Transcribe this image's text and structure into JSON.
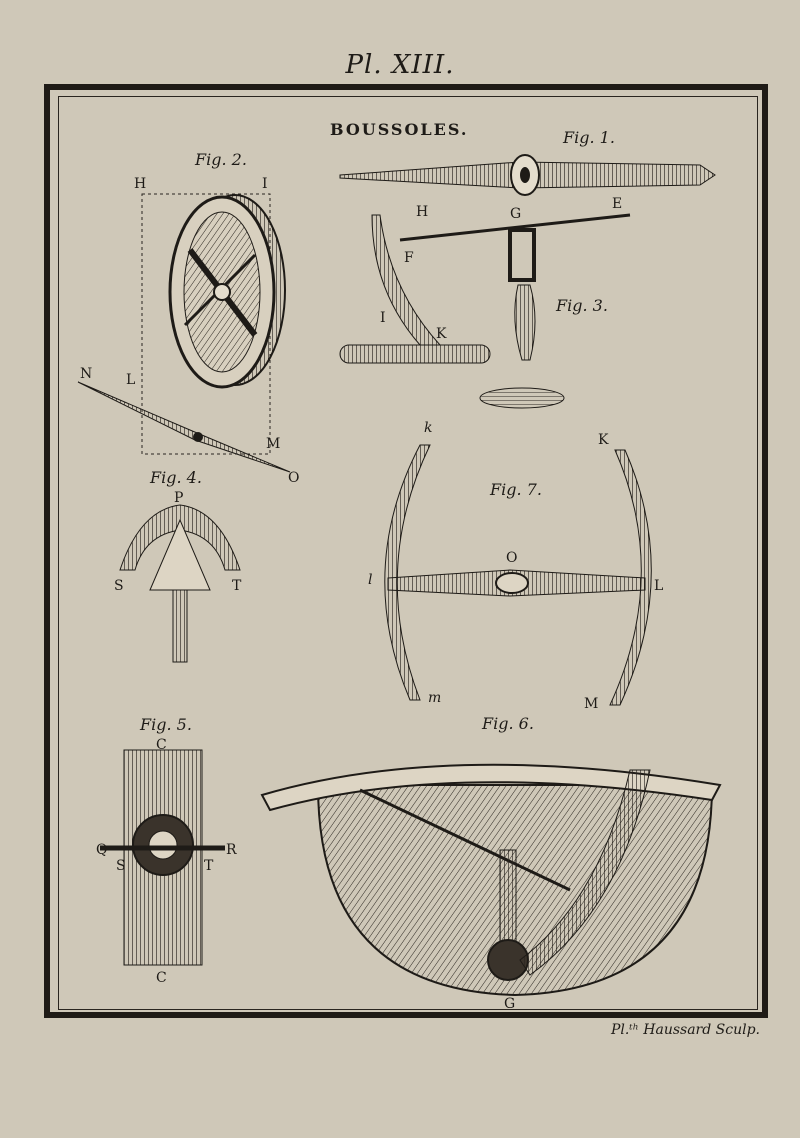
{
  "plate": {
    "number": "Pl. XIII."
  },
  "title": "BOUSSOLES.",
  "engraver": "Pl.ᵗʰ Haussard Sculp.",
  "figures": {
    "fig1": {
      "label": "Fig. 1."
    },
    "fig2": {
      "label": "Fig. 2.",
      "letters": [
        "H",
        "I",
        "N",
        "L",
        "M",
        "O"
      ]
    },
    "fig3": {
      "label": "Fig. 3.",
      "letters": [
        "H",
        "G",
        "E",
        "F",
        "I",
        "K"
      ]
    },
    "fig4": {
      "label": "Fig. 4.",
      "letters": [
        "P",
        "S",
        "T"
      ]
    },
    "fig5": {
      "label": "Fig. 5.",
      "letters": [
        "C",
        "Q",
        "R",
        "S",
        "T",
        "C"
      ]
    },
    "fig6": {
      "label": "Fig. 6.",
      "letters": [
        "G"
      ]
    },
    "fig7": {
      "label": "Fig. 7.",
      "letters": [
        "k",
        "K",
        "O",
        "l",
        "L",
        "m",
        "M"
      ]
    }
  },
  "colors": {
    "paper": "#cfc8b8",
    "ink": "#1e1b17"
  }
}
